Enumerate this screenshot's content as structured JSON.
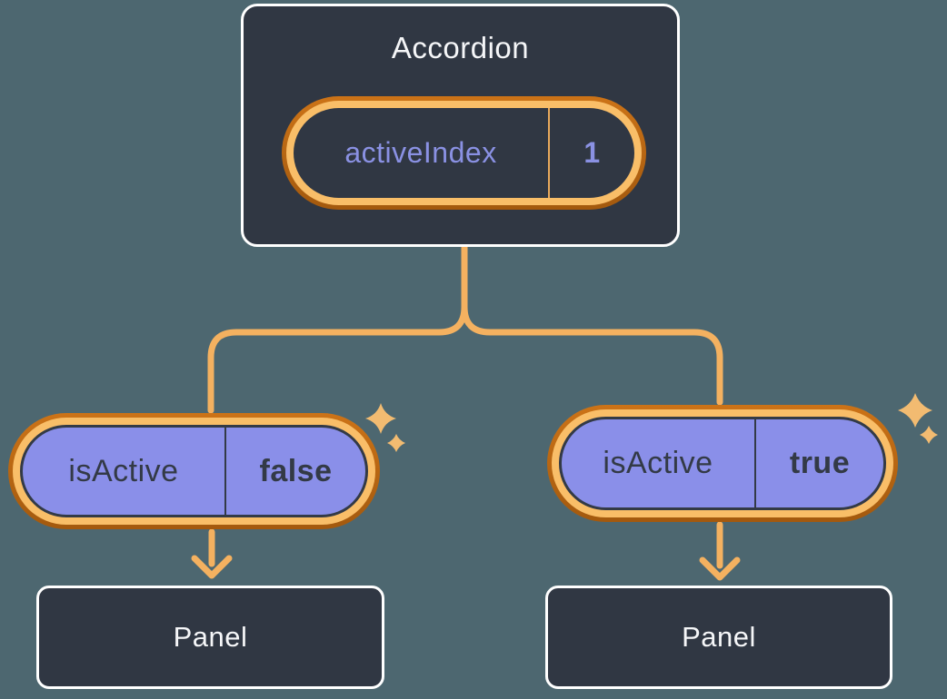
{
  "root_component": {
    "title": "Accordion",
    "state_pill": {
      "label": "activeIndex",
      "value": "1"
    }
  },
  "children": [
    {
      "prop_pill": {
        "label": "isActive",
        "value": "false"
      },
      "panel": {
        "title": "Panel"
      }
    },
    {
      "prop_pill": {
        "label": "isActive",
        "value": "true"
      },
      "panel": {
        "title": "Panel"
      }
    }
  ],
  "icons": {
    "sparkle": "✦"
  },
  "colors": {
    "background": "#4D6770",
    "box_fill": "#303743",
    "box_border": "#FFFFFF",
    "pill_fill": "#8A8FE9",
    "pill_outline": "#333A46",
    "ring_light": "#F9BE68",
    "ring_dark_top": "#CC7317",
    "ring_dark_bottom": "#A3590E",
    "connector": "#F4B160",
    "sparkle": "#F2BB71",
    "accent_text": "#8A91E3",
    "dark_text": "#333A46",
    "light_text": "#F5F6F8"
  }
}
